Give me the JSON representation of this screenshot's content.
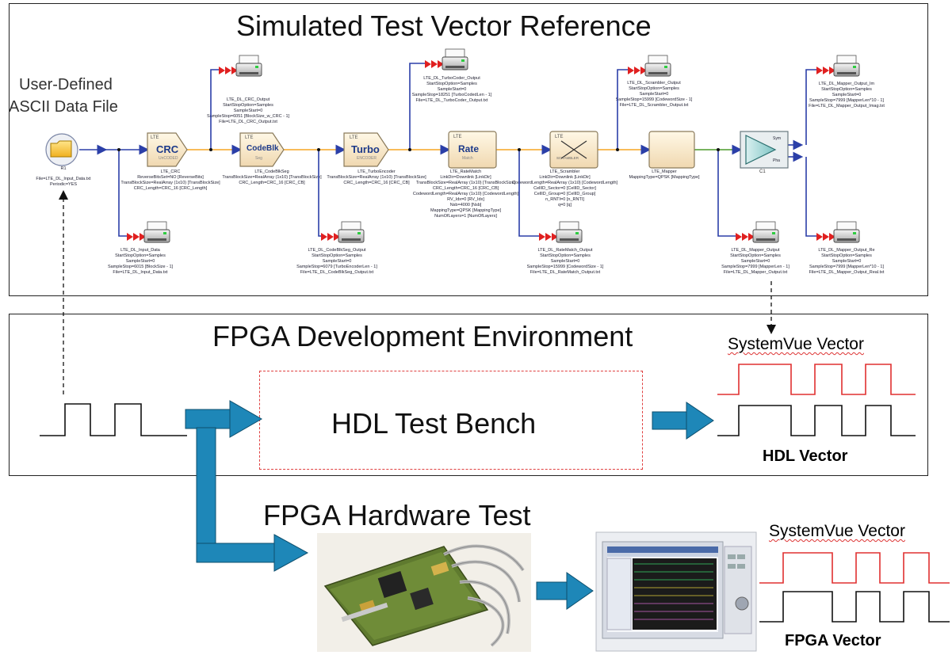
{
  "top": {
    "title": "Simulated Test Vector Reference",
    "user_file_line1": "User-Defined",
    "user_file_line2": "ASCII Data File",
    "r1_label": "R1",
    "r1_params1": "File=LTE_DL_Input_Data.txt",
    "r1_params2": "Periodic=YES",
    "blocks": {
      "crc": {
        "main": "CRC",
        "sub": "UnCODED",
        "tag": "LTE"
      },
      "codeblk": {
        "main": "CodeBlk",
        "sub": "Seg",
        "tag": "LTE"
      },
      "turbo": {
        "main": "Turbo",
        "sub": "ENCODER",
        "tag": "LTE"
      },
      "rate": {
        "main": "Rate",
        "sub": "Match",
        "tag": "LTE"
      },
      "scram": {
        "main": "SCRAMBLER",
        "tag": "LTE"
      },
      "c1": {
        "label": "C1",
        "out1": "Sym",
        "out2": "Pha"
      }
    },
    "params": {
      "crc": [
        "LTE_CRC",
        "ReverseBitsSet=NO [ReverseBits]",
        "TransBlockSize=RealArray (1x10) [TransBlockSize]",
        "CRC_Length=CRC_16 [CRC_Length]"
      ],
      "codeblk": [
        "LTE_CodeBlkSeg",
        "TransBlockSize=RealArray (1x10) [TransBlockSize]",
        "CRC_Length=CRC_16 [CRC_CB]"
      ],
      "turbo": [
        "LTE_TurboEncoder",
        "TransBlockSize=RealArray (1x10) [TransBlockSize]",
        "CRC_Length=CRC_16 [CRC_CB]"
      ],
      "rate": [
        "LTE_RateMatch",
        "LinkDir=Downlink [LinkDir]",
        "TransBlockSize=RealArray (1x10) [TransBlockSize]",
        "CRC_Length=CRC_16 [CRC_CB]",
        "CodewordLength=RealArray (1x10) [CodewordLength]",
        "RV_Idx=0 [RV_Idx]",
        "Nsb=4000 [Nsb]",
        "MappingType=QPSK [MappingType]",
        "NumOfLayers=1 [NumOfLayers]"
      ],
      "scram": [
        "LTE_Scrambler",
        "LinkDir=Downlink [LinkDir]",
        "CodewordLength=RealArray (1x10) [CodewordLength]",
        "CellID_Sector=0 [CellID_Sector]",
        "CellID_Group=0 [CellID_Group]",
        "n_RNTI=0 [n_RNTI]",
        "q=0 [q]"
      ],
      "mapper": [
        "LTE_Mapper",
        "MappingType=QPSK [MappingType]"
      ]
    },
    "sinks": {
      "crc_out": [
        "LTE_DL_CRC_Output",
        "StartStopOption=Samples",
        "SampleStart=0",
        "SampleStop=6051 [BlockSize_w_CRC - 1]",
        "File=LTE_DL_CRC_Output.txt"
      ],
      "turbo_out": [
        "LTE_DL_TurboCoder_Output",
        "StartStopOption=Samples",
        "SampleStart=0",
        "SampleStop=18251 [TurboCodedLen - 1]",
        "File=LTE_DL_TurboCoder_Output.txt"
      ],
      "scram_out": [
        "LTE_DL_Scrambler_Output",
        "StartStopOption=Samples",
        "SampleStart=0",
        "SampleStop=15999 [CodewordSize - 1]",
        "File=LTE_DL_Scrambler_Output.txt"
      ],
      "mapper_im": [
        "LTE_DL_Mapper_Output_Im",
        "StartStopOption=Samples",
        "SampleStart=0",
        "SampleStop=7999 [MapperLen*10 - 1]",
        "File=LTE_DL_Mapper_Output_Imag.txt"
      ],
      "input": [
        "LTE_DL_Input_Data",
        "StartStopOption=Samples",
        "SampleStart=0",
        "SampleStop=6015 [BlockSize - 1]",
        "File=LTE_DL_Input_Data.txt"
      ],
      "codeblk_out": [
        "LTE_DL_CodeBlkSeg_Output",
        "StartStopOption=Samples",
        "SampleStart=0",
        "SampleStop=6079 [TurboEncoderLen - 1]",
        "File=LTE_DL_CodeBlkSeg_Output.txt"
      ],
      "rate_out": [
        "LTE_DL_RateMatch_Output",
        "StartStopOption=Samples",
        "SampleStart=0",
        "SampleStop=15999 [CodewordSize - 1]",
        "File=LTE_DL_RateMatch_Output.txt"
      ],
      "mapper_out": [
        "LTE_DL_Mapper_Output",
        "StartStopOption=Samples",
        "SampleStart=0",
        "SampleStop=7999 [MapperLen - 1]",
        "File=LTE_DL_Mapper_Output.txt"
      ],
      "mapper_re": [
        "LTE_DL_Mapper_Output_Re",
        "StartStopOption=Samples",
        "SampleStart=0",
        "SampleStop=7999 [MapperLen*10 - 1]",
        "File=LTE_DL_Mapper_Output_Real.txt"
      ]
    }
  },
  "middle": {
    "title": "FPGA Development Environment",
    "bench": "HDL Test Bench",
    "sv_vector": "SystemVue Vector",
    "hdl_vector": "HDL Vector"
  },
  "bottom": {
    "title": "FPGA Hardware Test",
    "sv_vector": "SystemVue Vector",
    "fpga_vector": "FPGA Vector"
  },
  "colors": {
    "blue_arrow": "#1e87b8",
    "wire_blue": "#2b3fa8",
    "wire_orange": "#f5a623",
    "wire_green": "#4c9a2a",
    "red_signal": "#e03030",
    "dashed_red": "#e04040"
  },
  "icons": [
    "folder-icon",
    "printer-icon",
    "block-icon",
    "amplifier-icon",
    "arrow-icon",
    "board-photo",
    "analyzer-photo"
  ]
}
